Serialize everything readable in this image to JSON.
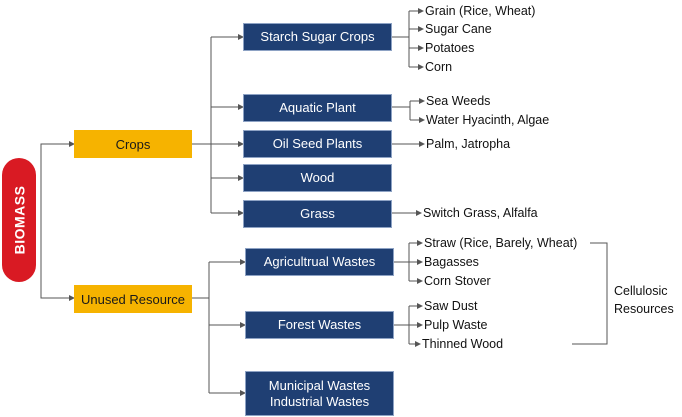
{
  "root": {
    "label": "BIOMASS"
  },
  "categories": {
    "crops": "Crops",
    "unused": "Unused Resource"
  },
  "crop_types": {
    "starch_sugar": "Starch Sugar Crops",
    "aquatic": "Aquatic Plant",
    "oil_seed": "Oil Seed Plants",
    "wood": "Wood",
    "grass": "Grass"
  },
  "waste_types": {
    "agricultural": "Agricultrual Wastes",
    "forest": "Forest Wastes",
    "municipal": "Municipal Wastes",
    "industrial": "Industrial Wastes"
  },
  "examples": {
    "grain": "Grain (Rice, Wheat)",
    "sugar_cane": "Sugar Cane",
    "potatoes": "Potatoes",
    "corn": "Corn",
    "sea_weeds": "Sea Weeds",
    "water_hyacinth": "Water Hyacinth, Algae",
    "palm": "Palm, Jatropha",
    "switch_grass": "Switch Grass, Alfalfa",
    "straw": "Straw (Rice, Barely, Wheat)",
    "bagasses": "Bagasses",
    "corn_stover": "Corn Stover",
    "saw_dust": "Saw Dust",
    "pulp_waste": "Pulp Waste",
    "thinned_wood": "Thinned Wood"
  },
  "cellulosic": {
    "line1": "Cellulosic",
    "line2": "Resources"
  },
  "colors": {
    "blue_box": "#1f3f73",
    "orange_box": "#f6b300",
    "root_red": "#d91a23",
    "connector": "#555555"
  }
}
